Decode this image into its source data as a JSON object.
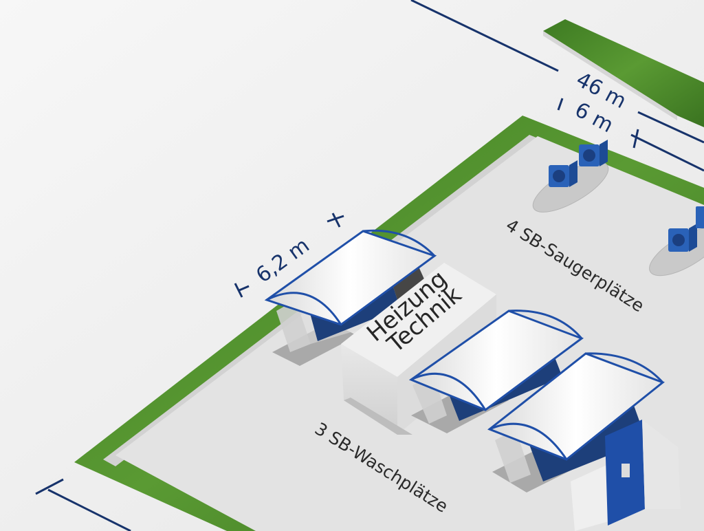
{
  "dimensions": {
    "total_length": "46 m",
    "vacuum_strip": "6 m",
    "bay_width": "6,2 m"
  },
  "areas": {
    "vacuum_label": "4 SB-Saugerplätze",
    "wash_label": "3 SB-Waschplätze"
  },
  "tech_building": {
    "line1": "Heizung",
    "line2": "Technik"
  },
  "colors": {
    "dimension_line": "#17336b",
    "steel_frame": "#1f4fa8",
    "lawn": "#4e8f2c",
    "paving": "#e2e2e2",
    "roof": "#f4f4f4",
    "vacuum_unit": "#2a62b8"
  }
}
